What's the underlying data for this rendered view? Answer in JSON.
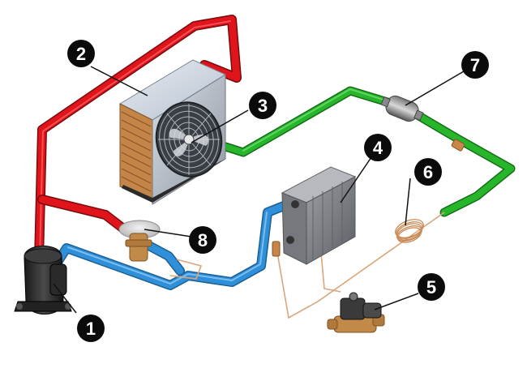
{
  "diagram": {
    "colors": {
      "hot_gas_line": "#e0141b",
      "suction_line": "#2f8fd8",
      "liquid_line": "#27b52a",
      "callout_fill": "#0b0b0b",
      "callout_text": "#ffffff",
      "copper": "#c9844a"
    },
    "callouts": [
      {
        "id": "compressor",
        "label": "1"
      },
      {
        "id": "condenser",
        "label": "2"
      },
      {
        "id": "condenser-fan",
        "label": "3"
      },
      {
        "id": "evaporator",
        "label": "4"
      },
      {
        "id": "solenoid-valve",
        "label": "5"
      },
      {
        "id": "capillary-tube",
        "label": "6"
      },
      {
        "id": "filter-drier",
        "label": "7"
      },
      {
        "id": "pressure-switch",
        "label": "8"
      }
    ]
  }
}
